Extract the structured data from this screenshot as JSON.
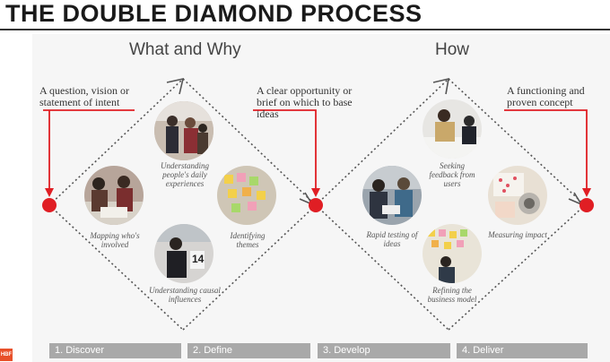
{
  "title": "THE DOUBLE DIAMOND PROCESS",
  "headings": {
    "left": "What and Why",
    "right": "How"
  },
  "notes": {
    "start": "A question, vision or statement of intent",
    "middle": "A clear opportunity or brief on which to base ideas",
    "end": "A functioning and proven concept"
  },
  "activities": {
    "understanding_experiences": "Understanding people's daily experiences",
    "mapping": "Mapping who's involved",
    "identifying": "Identifying themes",
    "causal": "Understanding causal influences",
    "seeking": "Seeking feedback from users",
    "rapid": "Rapid testing of ideas",
    "measuring": "Measuring impact",
    "refining": "Refining the business model"
  },
  "phases": [
    "1. Discover",
    "2. Define",
    "3. Develop",
    "4. Deliver"
  ],
  "photo_number": "14",
  "logo_text": "HBF",
  "colors": {
    "node_red": "#e01e24",
    "dotted": "#555555",
    "phase_bar": "#a9a9a9",
    "accent": "#e8502a"
  }
}
